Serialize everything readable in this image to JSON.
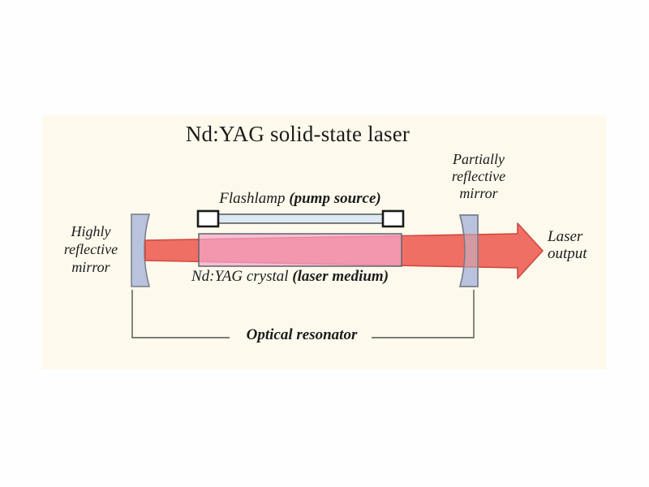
{
  "title": "Nd:YAG solid-state laser",
  "labels": {
    "flashlamp": {
      "normal": "Flashlamp ",
      "bold": "(pump source)"
    },
    "crystal": {
      "normal": "Nd:YAG crystal ",
      "bold": "(laser medium)"
    },
    "left_mirror": {
      "line1": "Highly",
      "line2": "reflective",
      "line3": "mirror"
    },
    "right_mirror": {
      "line1": "Partially",
      "line2": "reflective",
      "line3": "mirror"
    },
    "laser_output": {
      "line1": "Laser",
      "line2": "output"
    },
    "resonator": "Optical resonator"
  },
  "colors": {
    "page": "#fefefe",
    "panel": "#fdfaed",
    "text": "#1c1c1c",
    "beam": "#ef6f64",
    "beam-outline": "#cf4a42",
    "mirror": "#b9c3dd",
    "mirror-outline": "#757b87",
    "tube": "#dde9f0",
    "tube-outline": "#45494d",
    "cap": "#ffffff",
    "cap-outline": "#1a1a1a",
    "crystal": "#f2a6c9",
    "crystal-outline": "#5f646b",
    "bracket": "#55534f"
  }
}
